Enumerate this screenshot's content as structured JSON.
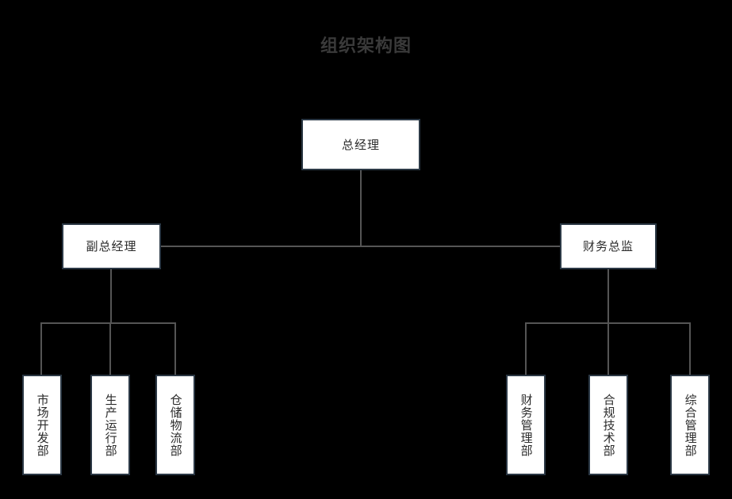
{
  "chart": {
    "title": "组织架构图",
    "type": "org-chart",
    "background_color": "#000000",
    "title_color": "#3a3a3a",
    "node_fill_color": "#ffffff",
    "node_border_color": "#2b3845",
    "node_text_color": "#2b2b2b",
    "connector_color": "#555555"
  },
  "nodes": {
    "ceo": {
      "label": "总经理",
      "level": 1,
      "orientation": "horizontal"
    },
    "deputy_gm": {
      "label": "副总经理",
      "level": 2,
      "orientation": "horizontal"
    },
    "cfo": {
      "label": "财务总监",
      "level": 2,
      "orientation": "horizontal"
    },
    "marketing": {
      "label": "市场开发部",
      "level": 3,
      "orientation": "vertical"
    },
    "production": {
      "label": "生产运行部",
      "level": 3,
      "orientation": "vertical"
    },
    "warehouse": {
      "label": "仓储物流部",
      "level": 3,
      "orientation": "vertical"
    },
    "finance": {
      "label": "财务管理部",
      "level": 3,
      "orientation": "vertical"
    },
    "compliance": {
      "label": "合规技术部",
      "level": 3,
      "orientation": "vertical"
    },
    "general": {
      "label": "综合管理部",
      "level": 3,
      "orientation": "vertical"
    }
  },
  "hierarchy": {
    "root": "ceo",
    "edges": [
      {
        "from": "ceo",
        "to": "deputy_gm"
      },
      {
        "from": "ceo",
        "to": "cfo"
      },
      {
        "from": "deputy_gm",
        "to": "marketing"
      },
      {
        "from": "deputy_gm",
        "to": "production"
      },
      {
        "from": "deputy_gm",
        "to": "warehouse"
      },
      {
        "from": "cfo",
        "to": "finance"
      },
      {
        "from": "cfo",
        "to": "compliance"
      },
      {
        "from": "cfo",
        "to": "general"
      }
    ]
  }
}
